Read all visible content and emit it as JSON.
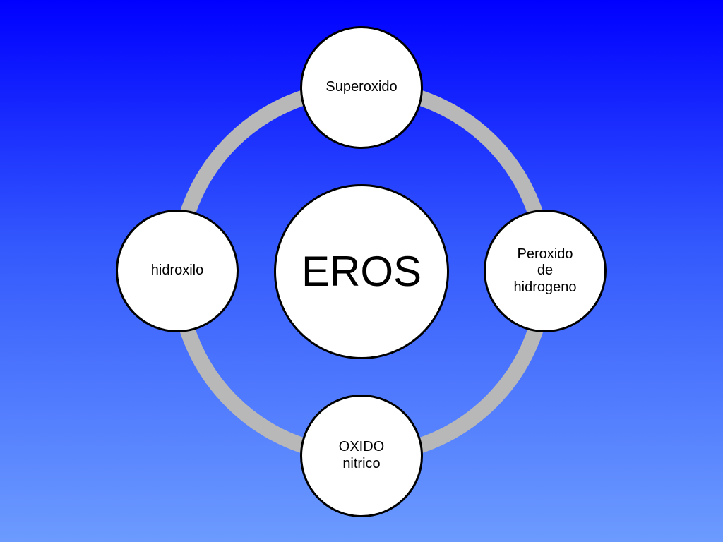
{
  "colors": {
    "background_top": "#0000ff",
    "background_bottom": "#6c9bfe",
    "ring": "#b8b8b8",
    "node_fill": "#ffffff",
    "node_border": "#000000"
  },
  "diagram": {
    "center": "EROS",
    "nodes": [
      {
        "label": "Superoxido"
      },
      {
        "label": "Peroxido\nde\nhidrogeno"
      },
      {
        "label": "OXIDO\nnitrico"
      },
      {
        "label": "hidroxilo"
      }
    ]
  }
}
